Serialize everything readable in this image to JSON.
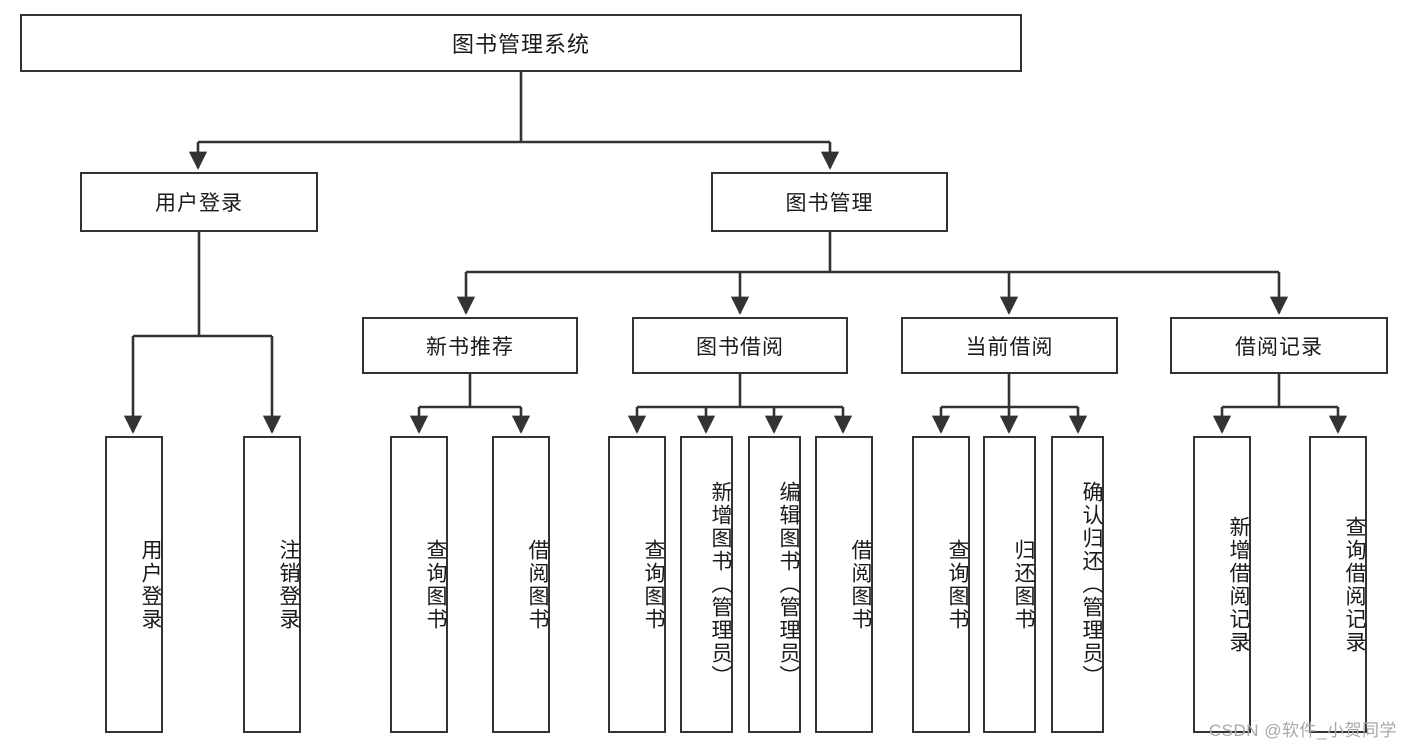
{
  "diagram": {
    "title": "图书管理系统",
    "type": "hierarchy-tree",
    "accent_border_color": "#333333",
    "background_color": "#ffffff",
    "levels": 4,
    "nodes": {
      "root": {
        "label": "图书管理系统"
      },
      "level2": [
        {
          "label": "用户登录"
        },
        {
          "label": "图书管理"
        }
      ],
      "level3": [
        {
          "label": "新书推荐"
        },
        {
          "label": "图书借阅"
        },
        {
          "label": "当前借阅"
        },
        {
          "label": "借阅记录"
        }
      ],
      "leaves_user_login": [
        {
          "label": "用户登录"
        },
        {
          "label": "注销登录"
        }
      ],
      "leaves_new_book": [
        {
          "label": "查询图书"
        },
        {
          "label": "借阅图书"
        }
      ],
      "leaves_borrow": [
        {
          "label": "查询图书"
        },
        {
          "label": "新增图书（管理员）"
        },
        {
          "label": "编辑图书（管理员）"
        },
        {
          "label": "借阅图书"
        }
      ],
      "leaves_current": [
        {
          "label": "查询图书"
        },
        {
          "label": "归还图书"
        },
        {
          "label": "确认归还（管理员）"
        }
      ],
      "leaves_records": [
        {
          "label": "新增借阅记录"
        },
        {
          "label": "查询借阅记录"
        }
      ]
    }
  },
  "watermark": {
    "text": "CSDN @软件_小贺同学"
  }
}
